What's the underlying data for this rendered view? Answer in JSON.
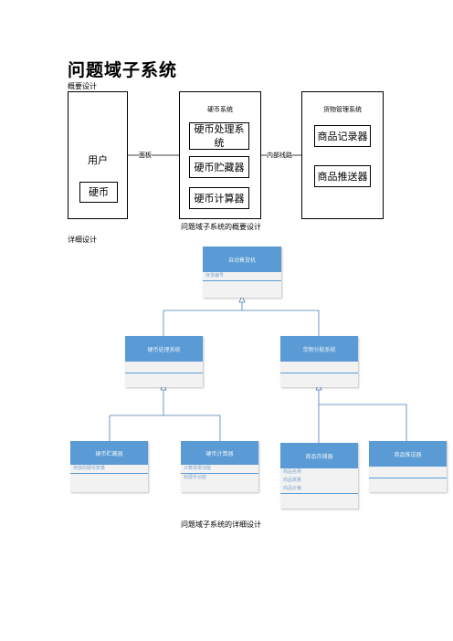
{
  "doc": {
    "title": "问题域子系统",
    "overview_heading": "概要设计",
    "detail_heading": "详细设计",
    "overview_caption": "问题域子系统的概要设计",
    "detail_caption": "问题域子系统的详细设计"
  },
  "overview": {
    "user_box": {
      "label": "用户",
      "coin": "硬币"
    },
    "panel_label": "面板",
    "coin_system": {
      "title": "硬币系统",
      "items": [
        "硬币处理系统",
        "硬币贮藏器",
        "硬币计算器"
      ]
    },
    "internal_label": "内部线路",
    "goods_system": {
      "title": "货物管理系统",
      "items": [
        "商品记录器",
        "商品推送器"
      ]
    }
  },
  "detail": {
    "root": {
      "name": "自动售货机",
      "attrs": [
        "存货编号"
      ]
    },
    "coin_processing": {
      "name": "硬币处理系统"
    },
    "goods_distribution": {
      "name": "货物分配系统"
    },
    "coin_storage": {
      "name": "硬币贮藏器",
      "attrs": [
        "存放的硬币数量"
      ]
    },
    "coin_calculator": {
      "name": "硬币计算器",
      "attrs": [
        "计算找零功能",
        "收硬币功能"
      ]
    },
    "goods_recorder": {
      "name": "商品存储器",
      "attrs": [
        "商品名称",
        "商品数量",
        "商品价格"
      ]
    },
    "goods_pusher": {
      "name": "商品推送器"
    }
  }
}
